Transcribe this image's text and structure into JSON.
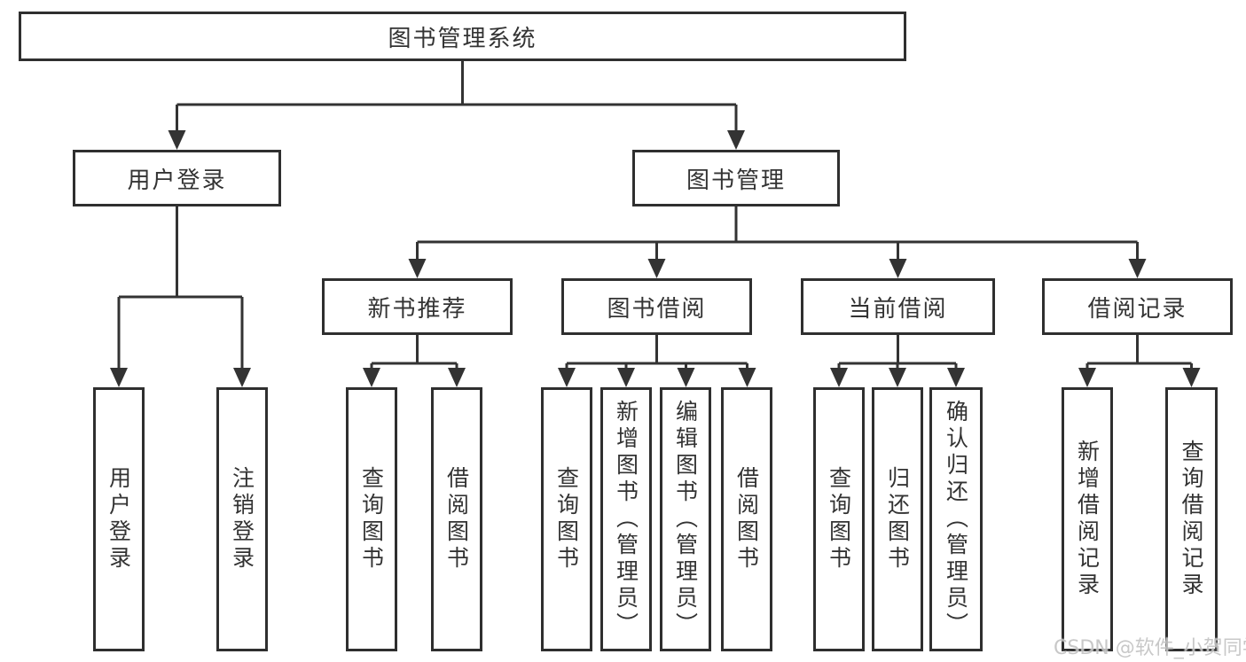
{
  "diagram": {
    "tree": {
      "label": "图书管理系统",
      "children": [
        {
          "label": "用户登录",
          "children": [
            {
              "label": "用户登录"
            },
            {
              "label": "注销登录"
            }
          ]
        },
        {
          "label": "图书管理",
          "children": [
            {
              "label": "新书推荐",
              "children": [
                {
                  "label": "查询图书"
                },
                {
                  "label": "借阅图书"
                }
              ]
            },
            {
              "label": "图书借阅",
              "children": [
                {
                  "label": "查询图书"
                },
                {
                  "label": "新增图书（管理员）"
                },
                {
                  "label": "编辑图书（管理员）"
                },
                {
                  "label": "借阅图书"
                }
              ]
            },
            {
              "label": "当前借阅",
              "children": [
                {
                  "label": "查询图书"
                },
                {
                  "label": "归还图书"
                },
                {
                  "label": "确认归还（管理员）"
                }
              ]
            },
            {
              "label": "借阅记录",
              "children": [
                {
                  "label": "新增借阅记录"
                },
                {
                  "label": "查询借阅记录"
                }
              ]
            }
          ]
        }
      ]
    }
  },
  "watermark": {
    "text": "CSDN @软件_小贺同学"
  },
  "colors": {
    "line": "#333333",
    "text": "#333333",
    "box_background": "#ffffff",
    "watermark": "#c3c3c3"
  }
}
